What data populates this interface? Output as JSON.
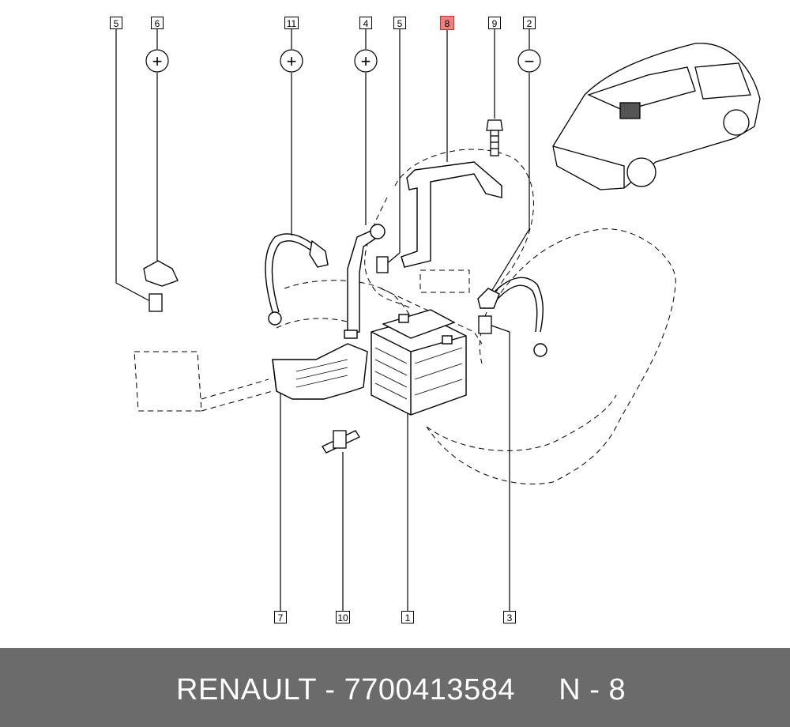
{
  "callouts": {
    "c5a": "5",
    "c6": "6",
    "c11": "11",
    "c4": "4",
    "c5b": "5",
    "c8": "8",
    "c9": "9",
    "c2": "2",
    "c7": "7",
    "c10": "10",
    "c1": "1",
    "c3": "3"
  },
  "polarity": {
    "plus": "+",
    "minus": "−"
  },
  "footer": {
    "text": "RENAULT - 7700413584     N - 8"
  },
  "colors": {
    "highlight": "#f08080",
    "footer_bg": "#6b6b6b",
    "footer_text": "#ffffff"
  }
}
